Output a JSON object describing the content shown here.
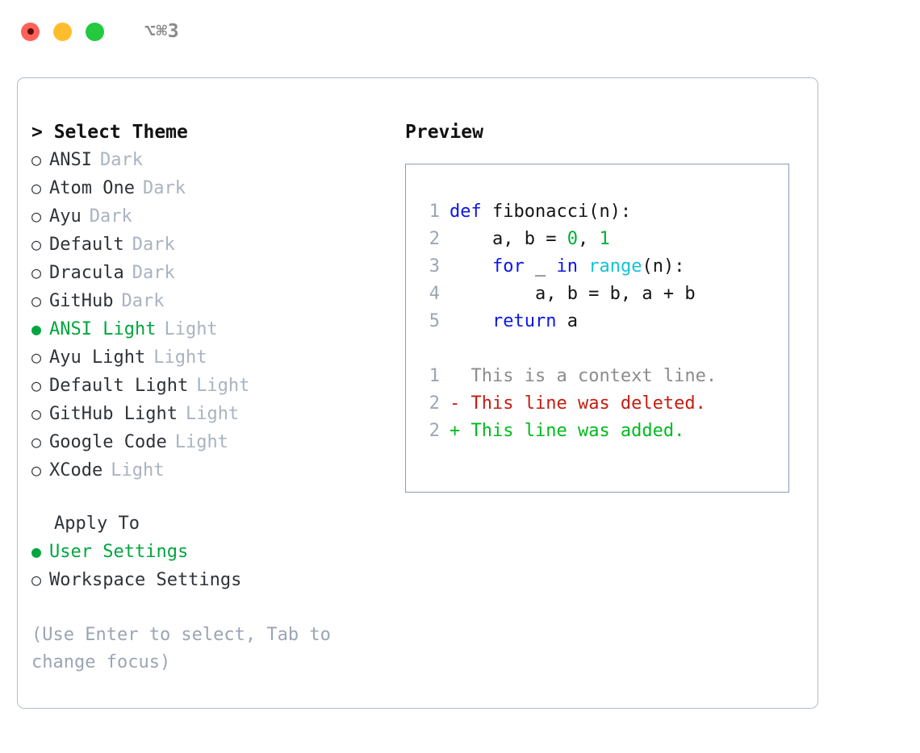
{
  "titlebar": {
    "shortcut": "⌥⌘3",
    "buttons": [
      {
        "name": "close",
        "color": "#ff6159"
      },
      {
        "name": "minimize",
        "color": "#ffbd2e"
      },
      {
        "name": "maximize",
        "color": "#23c93f"
      }
    ]
  },
  "left": {
    "heading": "> Select Theme",
    "themes": [
      {
        "bullet": "○",
        "name": "ANSI",
        "kind": "Dark",
        "selected": false
      },
      {
        "bullet": "○",
        "name": "Atom One",
        "kind": "Dark",
        "selected": false
      },
      {
        "bullet": "○",
        "name": "Ayu",
        "kind": "Dark",
        "selected": false
      },
      {
        "bullet": "○",
        "name": "Default",
        "kind": "Dark",
        "selected": false
      },
      {
        "bullet": "○",
        "name": "Dracula",
        "kind": "Dark",
        "selected": false
      },
      {
        "bullet": "○",
        "name": "GitHub",
        "kind": "Dark",
        "selected": false
      },
      {
        "bullet": "●",
        "name": "ANSI Light",
        "kind": "Light",
        "selected": true
      },
      {
        "bullet": "○",
        "name": "Ayu Light",
        "kind": "Light",
        "selected": false
      },
      {
        "bullet": "○",
        "name": "Default Light",
        "kind": "Light",
        "selected": false
      },
      {
        "bullet": "○",
        "name": "GitHub Light",
        "kind": "Light",
        "selected": false
      },
      {
        "bullet": "○",
        "name": "Google Code",
        "kind": "Light",
        "selected": false
      },
      {
        "bullet": "○",
        "name": "XCode",
        "kind": "Light",
        "selected": false
      }
    ],
    "apply_heading": "Apply To",
    "apply_options": [
      {
        "bullet": "●",
        "label": "User Settings",
        "selected": true
      },
      {
        "bullet": "○",
        "label": "Workspace Settings",
        "selected": false
      }
    ],
    "hint": "(Use Enter to select, Tab to change focus)"
  },
  "right": {
    "preview_title": "Preview",
    "code_lines": [
      {
        "n": "1",
        "tokens": [
          {
            "t": "def",
            "c": "kw"
          },
          {
            "t": " fibonacci(n):",
            "c": "txt"
          }
        ]
      },
      {
        "n": "2",
        "tokens": [
          {
            "t": "    a, b = ",
            "c": "txt"
          },
          {
            "t": "0",
            "c": "num"
          },
          {
            "t": ", ",
            "c": "txt"
          },
          {
            "t": "1",
            "c": "num"
          }
        ]
      },
      {
        "n": "3",
        "tokens": [
          {
            "t": "    ",
            "c": "txt"
          },
          {
            "t": "for",
            "c": "kw"
          },
          {
            "t": " _ ",
            "c": "txt"
          },
          {
            "t": "in",
            "c": "kw"
          },
          {
            "t": " ",
            "c": "txt"
          },
          {
            "t": "range",
            "c": "fn"
          },
          {
            "t": "(n):",
            "c": "txt"
          }
        ]
      },
      {
        "n": "4",
        "tokens": [
          {
            "t": "        a, b = b, a + b",
            "c": "txt"
          }
        ]
      },
      {
        "n": "5",
        "tokens": [
          {
            "t": "    ",
            "c": "txt"
          },
          {
            "t": "return",
            "c": "kw"
          },
          {
            "t": " a",
            "c": "txt"
          }
        ]
      }
    ],
    "diff_lines": [
      {
        "n": "1",
        "marker": "  ",
        "text": "This is a context line.",
        "kind": "ctx"
      },
      {
        "n": "2",
        "marker": "- ",
        "text": "This line was deleted.",
        "kind": "del"
      },
      {
        "n": "2",
        "marker": "+ ",
        "text": "This line was added.",
        "kind": "add"
      }
    ]
  },
  "colors": {
    "accent_green": "#01a63f",
    "muted": "#a9b3c2",
    "hint": "#9aa5b5",
    "keyword": "#0b16e8",
    "function": "#12c3d6",
    "number": "#00b036",
    "diff_add": "#00ba1f",
    "diff_del": "#c41d10",
    "diff_ctx": "#8c8c8c",
    "card_border": "#b3bcc9",
    "preview_border": "#8d9cb0"
  }
}
